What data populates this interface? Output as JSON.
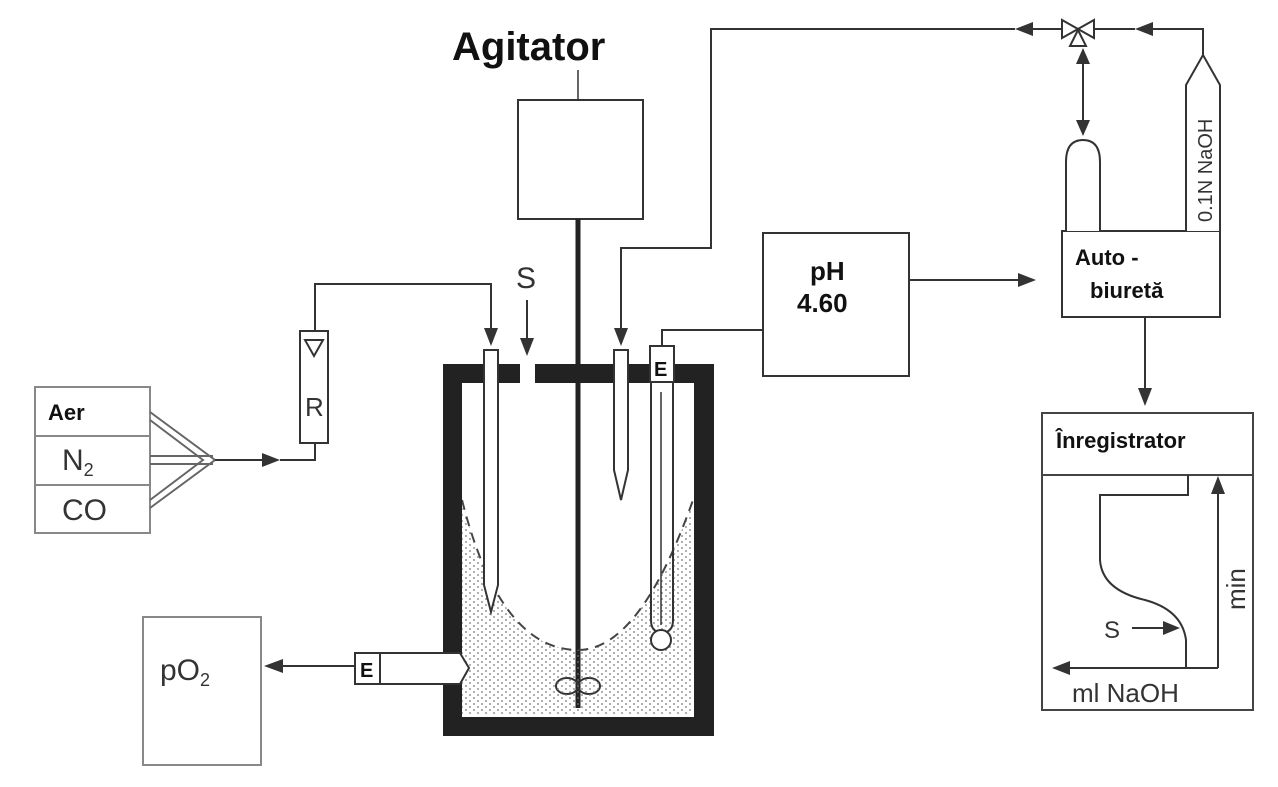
{
  "labels": {
    "agitator": "Agitator",
    "sample_port": "S",
    "ph_label": "pH",
    "ph_value": "4.60",
    "autoburette_line1": "Auto -",
    "autoburette_line2": "biuretă",
    "naoh_reservoir": "0.1N NaOH",
    "recorder_title": "Înregistrator",
    "recorder_s": "S",
    "recorder_min": "min",
    "recorder_x_axis": "ml NaOH",
    "gas_air": "Aer",
    "gas_n2": "N",
    "gas_n2_sub": "2",
    "gas_co": "CO",
    "rotameter": "R",
    "electrode_ph": "E",
    "electrode_po2": "E",
    "po2_meter": "pO",
    "po2_meter_sub": "2"
  },
  "colors": {
    "line": "#333333",
    "vessel_wall": "#222222",
    "liquid_dots": "#777777"
  }
}
